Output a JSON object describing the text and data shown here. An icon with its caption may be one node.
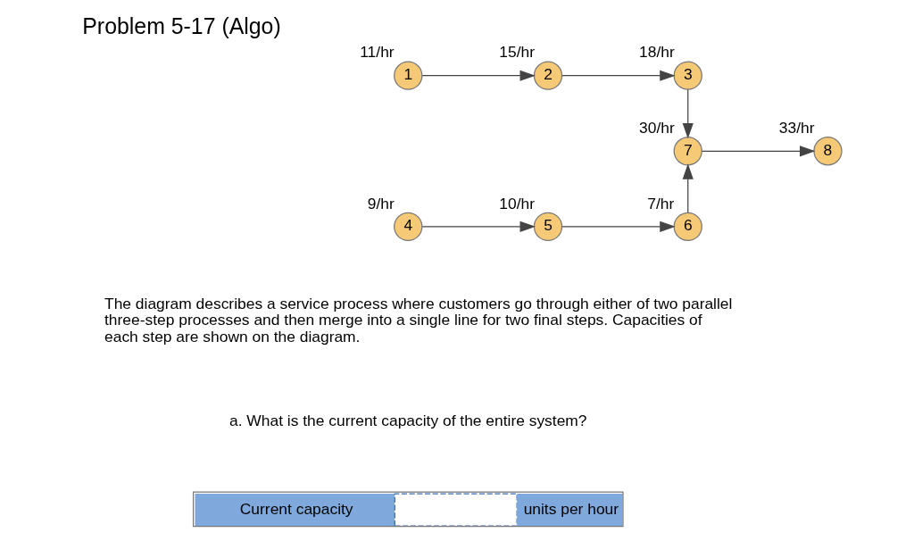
{
  "diagram": {
    "title": "Problem 5-17 (Algo)",
    "nodes": [
      {
        "text": [
          "1"
        ],
        "beside": [
          "11/hr"
        ]
      },
      {
        "text": [
          "2"
        ],
        "beside": [
          "15/hr"
        ]
      },
      {
        "text": [
          "3"
        ],
        "beside": [
          "18/hr"
        ]
      },
      {
        "text": [
          "4"
        ],
        "beside": [
          "9/hr"
        ]
      },
      {
        "text": [
          "5"
        ],
        "beside": [
          "10/hr"
        ]
      },
      {
        "text": [
          "6"
        ],
        "beside": [
          "7/hr"
        ]
      },
      {
        "text": [
          "7"
        ],
        "beside": [
          "30/hr"
        ]
      },
      {
        "text": [
          "8"
        ],
        "beside": [
          "33/hr"
        ]
      }
    ],
    "edges": [
      {
        "from": 0,
        "to": 1,
        "arrow": "to"
      },
      {
        "from": 1,
        "to": 2,
        "arrow": "to"
      },
      {
        "from": 2,
        "to": 6,
        "arrow": "to"
      },
      {
        "from": 3,
        "to": 4,
        "arrow": "to"
      },
      {
        "from": 4,
        "to": 5,
        "arrow": "to"
      },
      {
        "from": 5,
        "to": 6,
        "arrow": "to"
      },
      {
        "from": 6,
        "to": 7,
        "arrow": "to"
      }
    ],
    "labels": [
      "The diagram describes a service process where customers go through either of two parallel three-step processes and then merge into a single line for two final steps. Capacities of each step are shown on the diagram.",
      "a. What is the current capacity of the entire system?",
      "Current capacity",
      "units per hour"
    ]
  }
}
